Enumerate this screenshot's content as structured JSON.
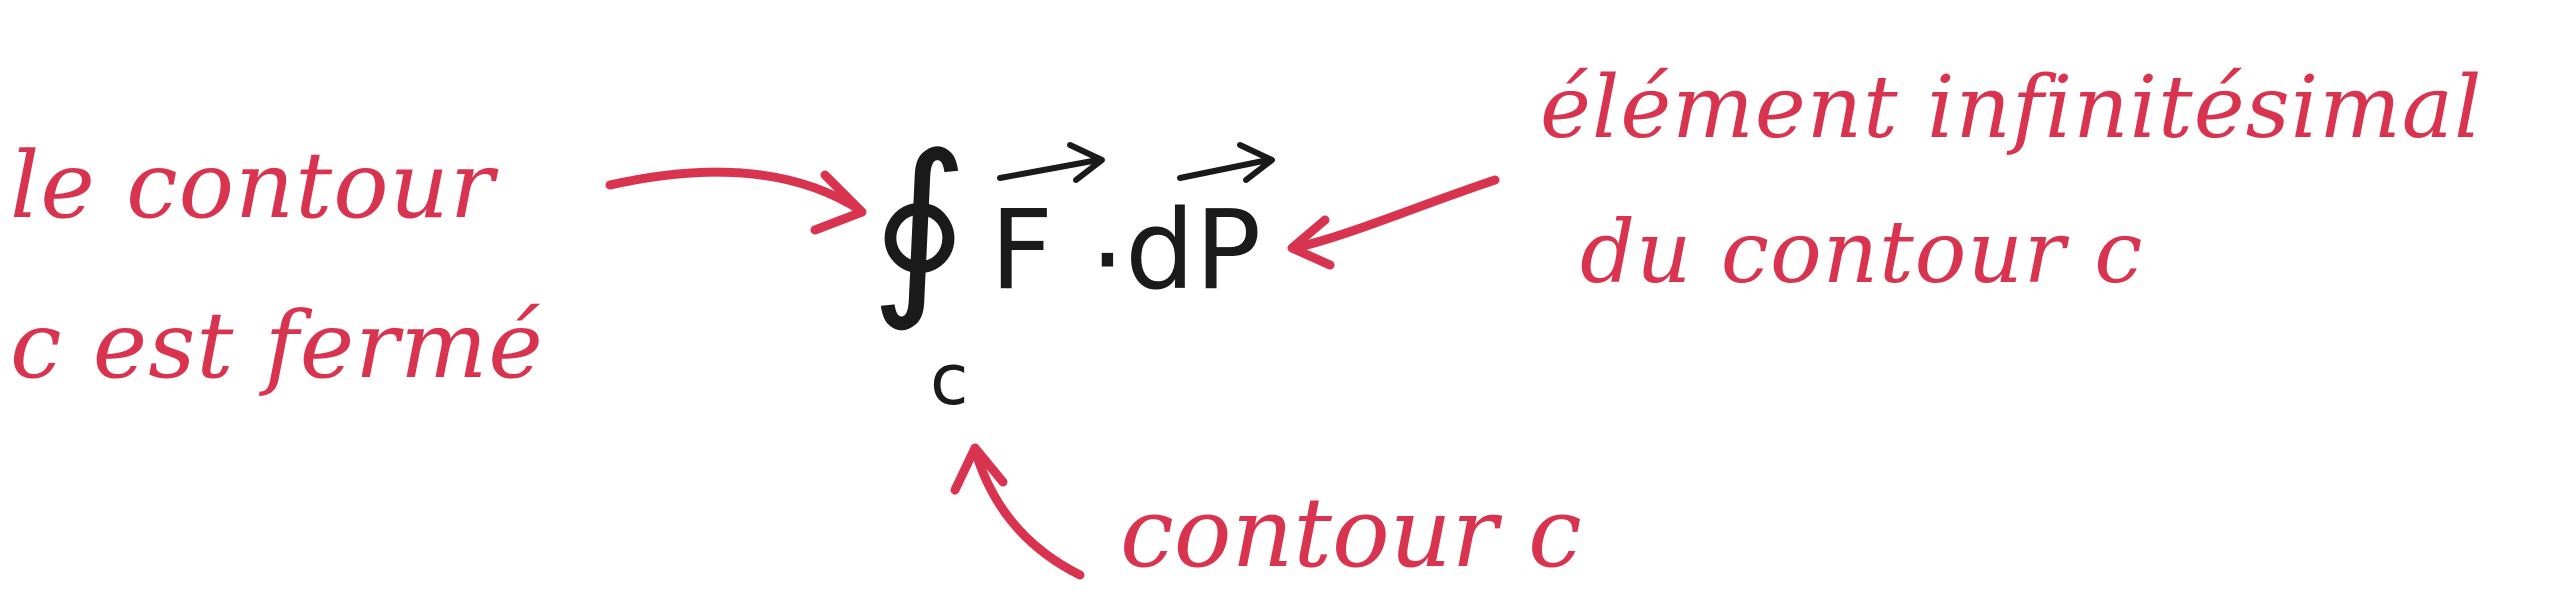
{
  "diagram": {
    "formula": {
      "integral_symbol": "∮",
      "subscript": "c",
      "vector_f": "F",
      "dot": "·",
      "differential": "dP",
      "vector_arrow": "→"
    },
    "annotations": {
      "closed_contour": {
        "line1": "le contour",
        "line2": "c est fermé"
      },
      "infinitesimal_element": {
        "line1": "élément infinitésimal",
        "line2": "du contour c"
      },
      "contour_c": "contour c"
    },
    "colors": {
      "annotation": "#d9344f",
      "formula": "#1a1a1a"
    }
  }
}
